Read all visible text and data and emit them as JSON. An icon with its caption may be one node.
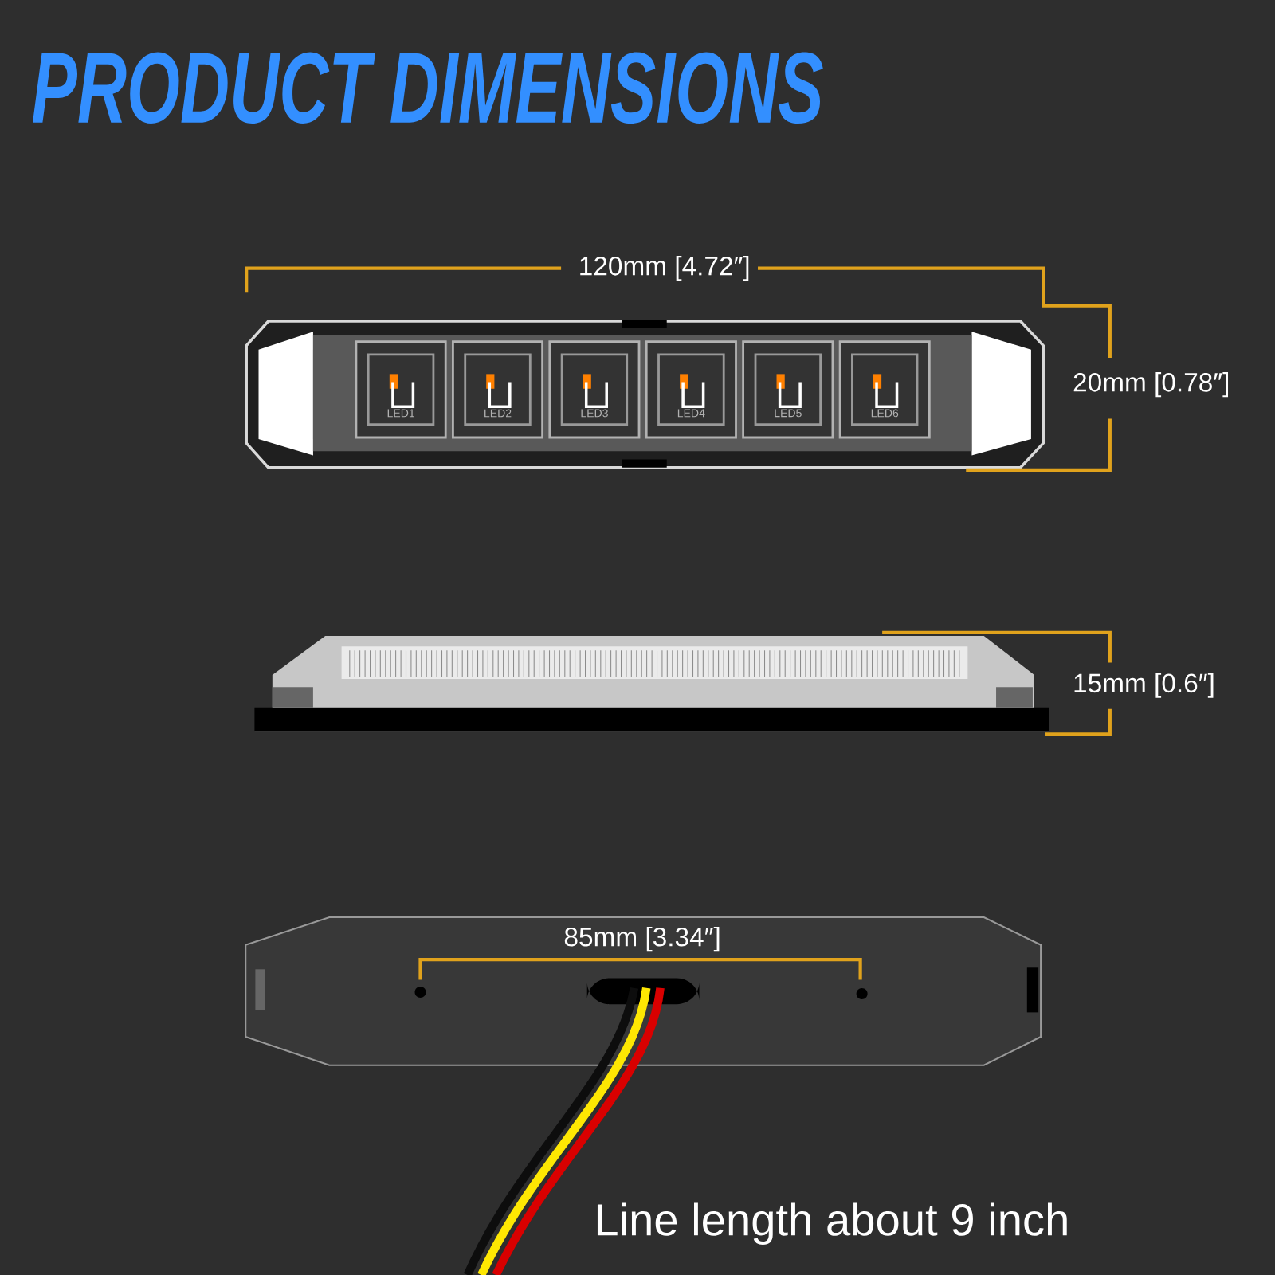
{
  "diagram": {
    "title": "PRODUCT DIMENSIONS",
    "labels": [
      "120mm [4.72″]",
      "20mm [0.78″]",
      "LED1",
      "LED2",
      "LED3",
      "LED4",
      "LED5",
      "LED6",
      "15mm [0.6″]",
      "85mm [3.34″]",
      "Line length about 9 inch"
    ]
  }
}
